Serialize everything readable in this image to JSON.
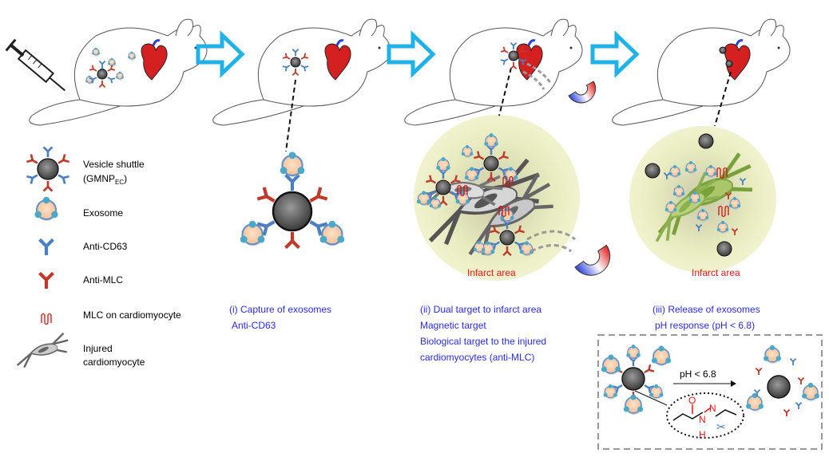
{
  "legend": {
    "vesicle_shuttle": "Vesicle shuttle",
    "gmnp": "(GMNP",
    "gmnp_sub": "EC",
    "gmnp_close": ")",
    "exosome": "Exosome",
    "anti_cd63": "Anti-CD63",
    "anti_mlc": "Anti-MLC",
    "mlc": "MLC on cardiomyocyte",
    "injured_1": "Injured",
    "injured_2": "cardiomyocyte"
  },
  "step1": {
    "line1": "(i) Capture of exosomes",
    "line2": "Anti-CD63"
  },
  "step2": {
    "line1": "(ii) Dual target to infarct area",
    "line2": "Magnetic target",
    "line3": "Biological target to the injured",
    "line4": "cardiomyocytes (anti-MLC)",
    "infarct": "Infarct area"
  },
  "step3": {
    "line1": "(iii) Release of exosomes",
    "line2": "pH response (pH < 6.8)",
    "infarct": "Infarct area",
    "arrow_label": "pH < 6.8",
    "atom_o": "O",
    "atom_n1": "N",
    "atom_n2": "N",
    "atom_h": "H"
  },
  "colors": {
    "caption": "#2a2ae6",
    "infarct_label": "#e8161b",
    "anti_cd63": "#4a7fc1",
    "anti_mlc": "#c0392b",
    "flow_arrow": "#1fb2e8",
    "exosome_fill": "#fbd3b2",
    "exosome_protein": "#4aa8c8"
  }
}
